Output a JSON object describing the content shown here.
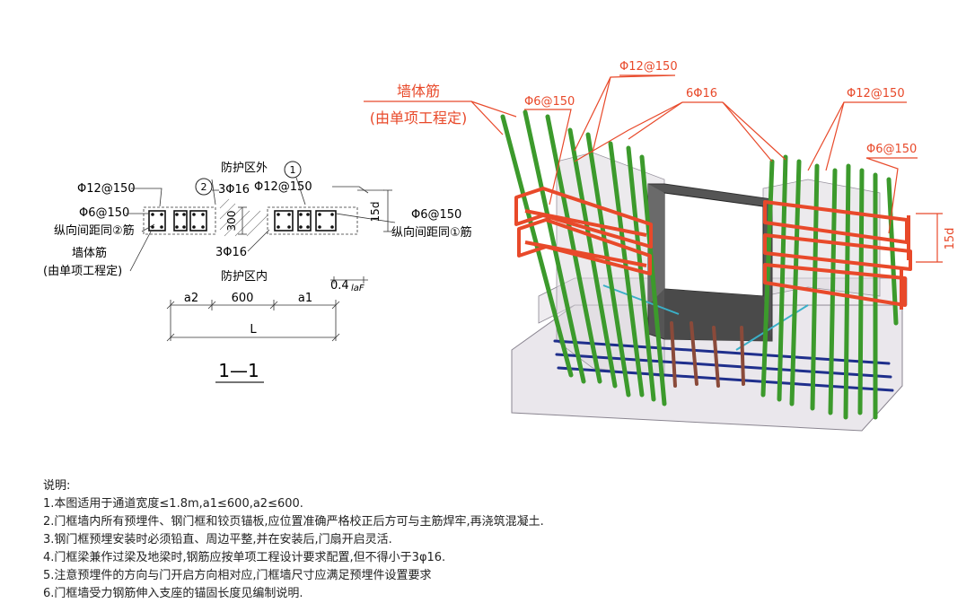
{
  "section": {
    "label_outside": "防护区外",
    "label_inside": "防护区内",
    "circle_1": "1",
    "circle_2": "2",
    "bar_phi12": "Φ12@150",
    "bar_phi12_b": "Φ12@150",
    "bar_phi6": "Φ6@150",
    "bar_phi6_b": "Φ6@150",
    "bar_3phi16_top": "3Φ16",
    "bar_3phi16_bottom": "3Φ16",
    "dim_300": "300",
    "dim_15d": "15d",
    "longit_2": "纵向间距同②筋",
    "longit_1": "纵向间距同①筋",
    "wall_bar": "墙体筋",
    "wall_bar_note": "(由单项工程定)",
    "dim_a2": "a2",
    "dim_600": "600",
    "dim_a1": "a1",
    "dim_L": "L",
    "dim_04": "0.4",
    "dim_laf": "laF",
    "section_title": "1—1"
  },
  "iso": {
    "wall_bar": "墙体筋",
    "wall_bar_note": "(由单项工程定)",
    "phi6_left": "Φ6@150",
    "phi12_top": "Φ12@150",
    "six_phi16": "6Φ16",
    "phi12_right": "Φ12@150",
    "phi6_right": "Φ6@150",
    "dim_15d": "15d"
  },
  "colors": {
    "annotation": "#e8492a",
    "stirrup": "#e8492a",
    "vertical_bar": "#3c9a2c",
    "base_bar": "#1f2f8c",
    "concrete": "#d9d4dc",
    "frame": "#555555"
  },
  "notes": {
    "title": "说明:",
    "items": [
      "1.本图适用于通道宽度≤1.8m,a1≤600,a2≤600.",
      "2.门框墙内所有预埋件、钢门框和铰页锚板,应位置准确严格校正后方可与主筋焊牢,再浇筑混凝土.",
      "3.钢门框预埋安装时必须铅直、周边平整,并在安装后,门扇开启灵活.",
      "4.门框梁兼作过梁及地梁时,钢筋应按单项工程设计要求配置,但不得小于3φ16.",
      "5.注意预埋件的方向与门开启方向相对应,门框墙尺寸应满足预埋件设置要求",
      "6.门框墙受力钢筋伸入支座的锚固长度见编制说明."
    ]
  }
}
